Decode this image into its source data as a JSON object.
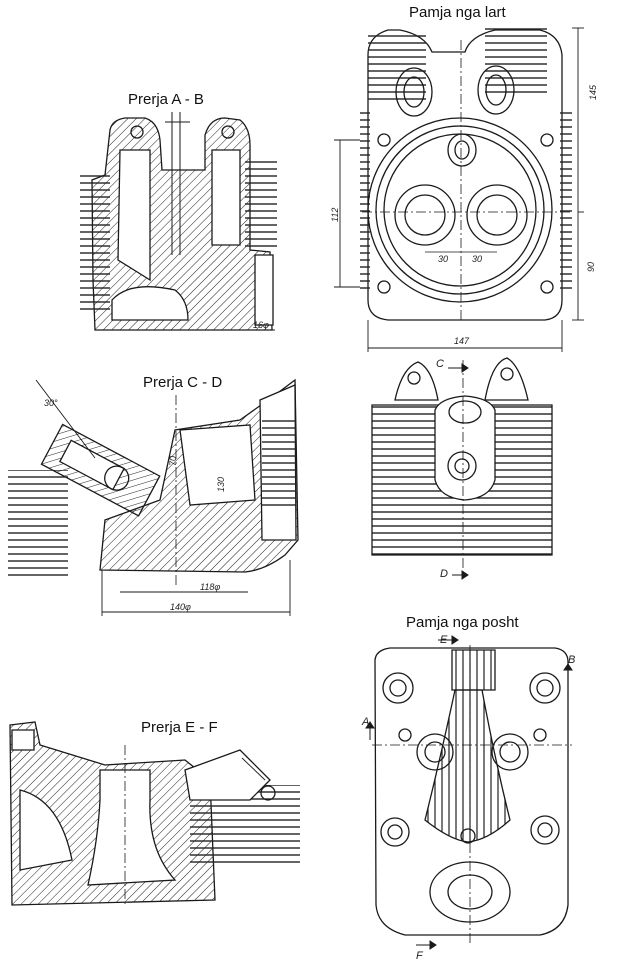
{
  "titles": {
    "top_view": "Pamja nga lart",
    "section_ab": "Prerja A - B",
    "section_cd": "Prerja C - D",
    "bottom_view": "Pamja nga posht",
    "section_ef": "Prerja E - F"
  },
  "dimensions": {
    "d145": "145",
    "d112": "112",
    "d90": "90",
    "d147": "147",
    "d30a": "30",
    "d30b": "30",
    "d16": "16φ",
    "angle30": "30°",
    "d118": "118φ",
    "d140": "140φ",
    "d70": "70",
    "d130": "130"
  },
  "section_letters": {
    "a": "A",
    "b": "B",
    "c": "C",
    "d": "D",
    "e": "E",
    "f": "F"
  },
  "colors": {
    "ink": "#1a1a1a",
    "paper": "#ffffff"
  }
}
